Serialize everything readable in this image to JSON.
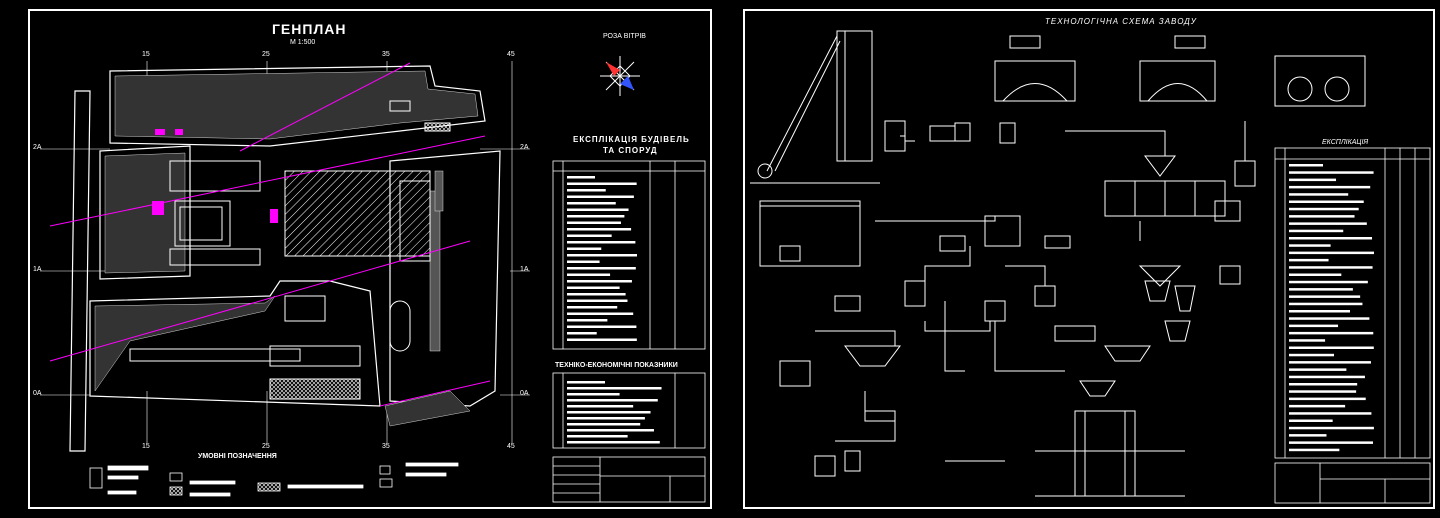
{
  "left_sheet": {
    "title": "ГЕНПЛАН",
    "scale": "М 1:500",
    "wind_rose_label": "РОЗА ВІТРІВ",
    "grid_top": [
      "15",
      "25",
      "35",
      "45"
    ],
    "grid_bottom": [
      "15",
      "25",
      "35",
      "45"
    ],
    "grid_left": [
      "2А",
      "1А",
      "0А"
    ],
    "grid_right": [
      "2А",
      "1А",
      "0А"
    ],
    "explication_title_1": "ЕКСПЛІКАЦІЯ БУДІВЕЛЬ",
    "explication_title_2": "ТА СПОРУД",
    "indicators_title": "ТЕХНІКО-ЕКОНОМІЧНІ ПОКАЗНИКИ",
    "legend_title": "УМОВНІ ПОЗНАЧЕННЯ"
  },
  "right_sheet": {
    "title": "ТЕХНОЛОГІЧНА СХЕМА ЗАВОДУ",
    "explication_title": "ЕКСПЛІКАЦІЯ"
  },
  "colors": {
    "background": "#000000",
    "lines": "#ffffff",
    "accent": "#ff00ff",
    "wind_red": "#ff3333",
    "wind_blue": "#3355ff"
  }
}
